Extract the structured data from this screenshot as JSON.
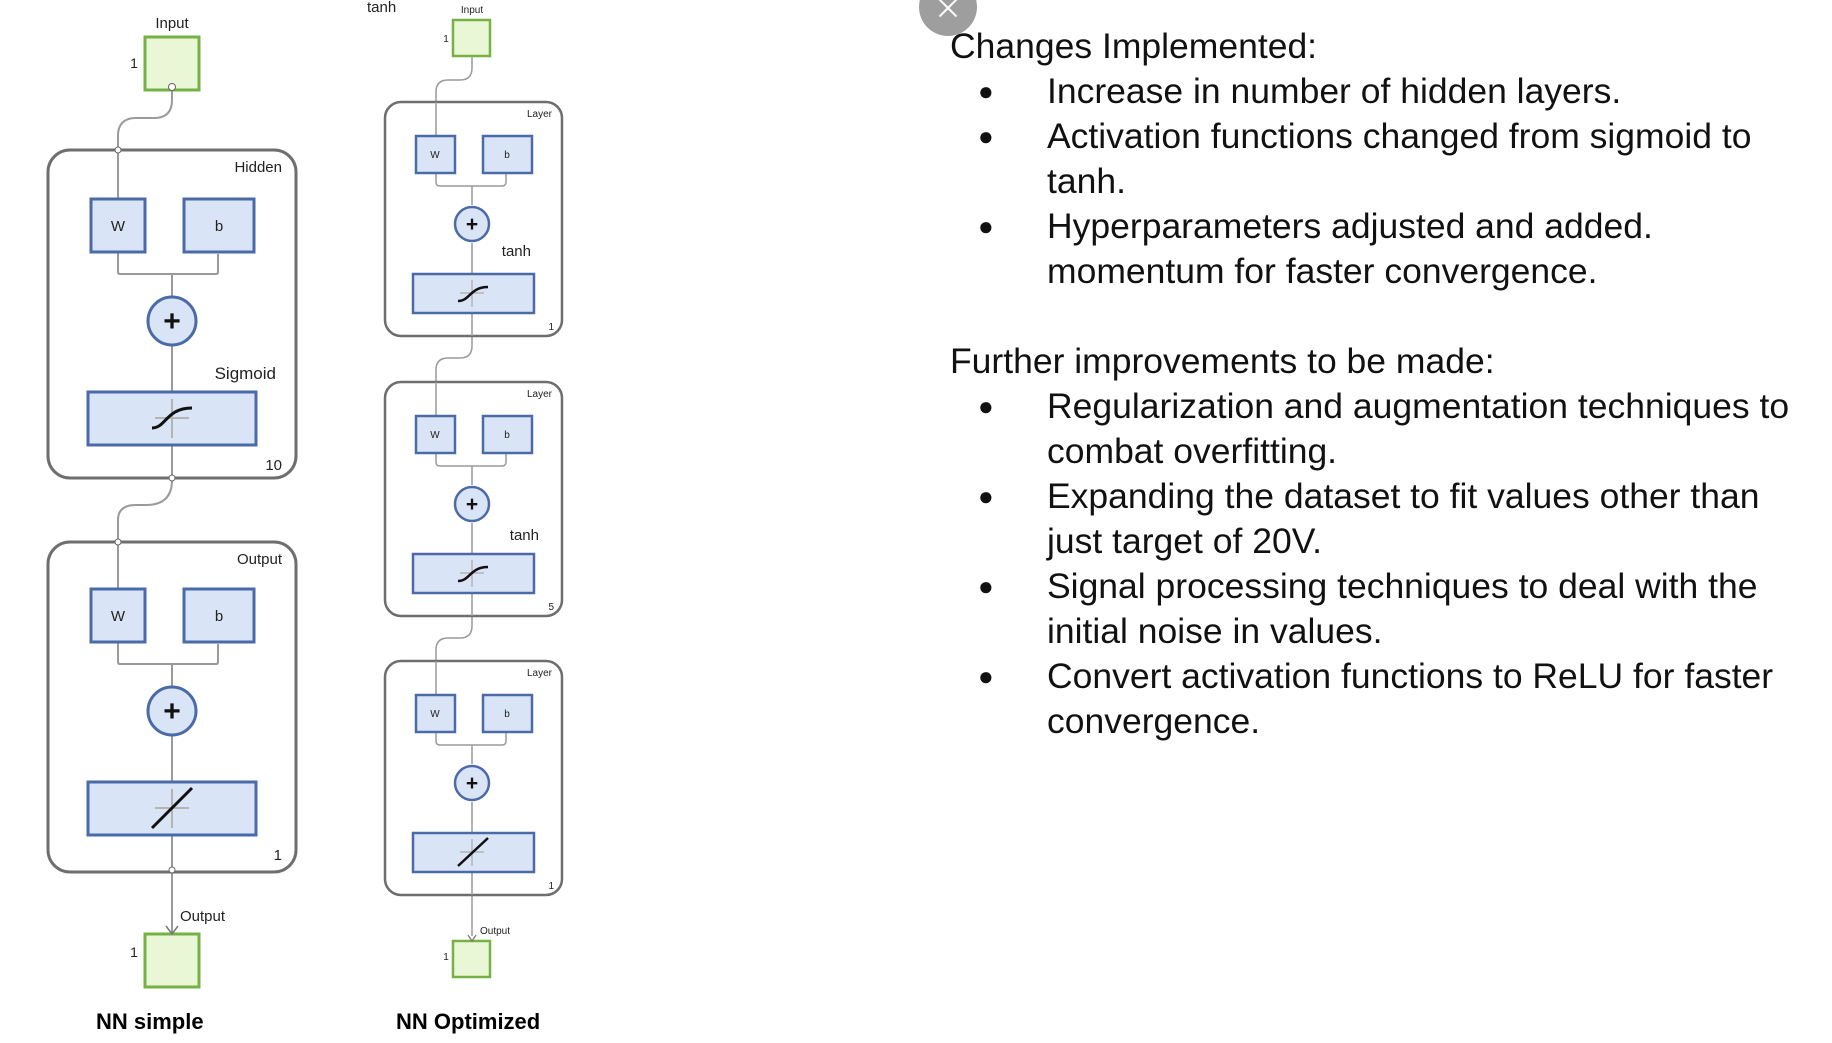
{
  "simple_net": {
    "input": {
      "label": "Input",
      "size": "1"
    },
    "hidden": {
      "title": "Hidden",
      "w": "W",
      "b": "b",
      "activation": "Sigmoid",
      "size": "10"
    },
    "output_layer": {
      "title": "Output",
      "w": "W",
      "b": "b",
      "size": "1"
    },
    "output": {
      "label": "Output",
      "size": "1"
    },
    "caption": "NN simple"
  },
  "optimized_net": {
    "top_label": "tanh",
    "input": {
      "label": "Input",
      "size": "1"
    },
    "layers": [
      {
        "title": "Layer",
        "w": "W",
        "b": "b",
        "activation": "tanh",
        "size": "1"
      },
      {
        "title": "Layer",
        "w": "W",
        "b": "b",
        "activation": "tanh",
        "size": "5"
      },
      {
        "title": "Layer",
        "w": "W",
        "b": "b",
        "size": "1"
      }
    ],
    "output": {
      "label": "Output",
      "size": "1"
    },
    "caption": "NN Optimized"
  },
  "notes": {
    "changes_heading": "Changes Implemented:",
    "changes": [
      "Increase in number of hidden layers.",
      "Activation functions changed from sigmoid to tanh.",
      "Hyperparameters adjusted and added. momentum for faster convergence."
    ],
    "improvements_heading": "Further improvements to be made:",
    "improvements": [
      "Regularization and augmentation techniques to combat overfitting.",
      "Expanding the dataset to fit values other than just target of 20V.",
      "Signal processing techniques to deal with the initial noise in values.",
      "Convert activation functions to ReLU for faster convergence."
    ]
  },
  "colors": {
    "input_fill": "#eaf7d7",
    "input_stroke": "#76b143",
    "block_fill": "#d9e4f6",
    "block_stroke": "#4a6aa8",
    "frame_stroke": "#6e6e6e",
    "wire": "#9a9a9a"
  }
}
